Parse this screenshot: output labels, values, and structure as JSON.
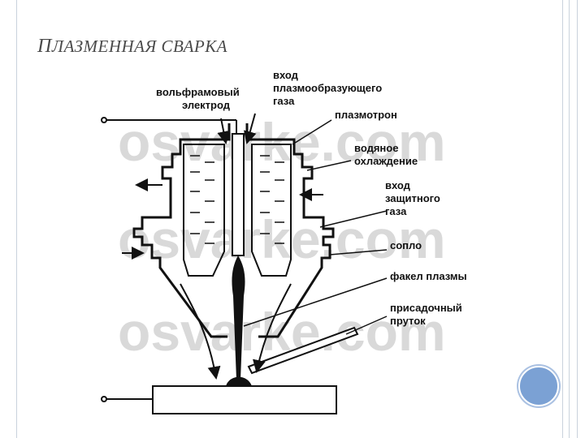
{
  "slide": {
    "title_first": "П",
    "title_rest": "ЛАЗМЕННАЯ СВАРКА"
  },
  "diagram": {
    "watermark": [
      "osvarke.com",
      "osvarke.com",
      "osvarke.com"
    ],
    "labels": {
      "electrode": [
        "вольфрамовый",
        "электрод"
      ],
      "gas_inlet": [
        "вход",
        "плазмообразующего",
        "газа"
      ],
      "plasmatron": "плазмотрон",
      "water_cooling": [
        "водяное",
        "охлаждение"
      ],
      "shield_gas": [
        "вход",
        "защитного",
        "газа"
      ],
      "nozzle": "сопло",
      "plasma_torch": "факел плазмы",
      "filler_rod": [
        "присадочный",
        "пруток"
      ]
    }
  },
  "colors": {
    "title": "#4a4a4a",
    "accent_circle": "#7ba1d4",
    "frame": "#c9d2dc",
    "ink": "#111111"
  }
}
